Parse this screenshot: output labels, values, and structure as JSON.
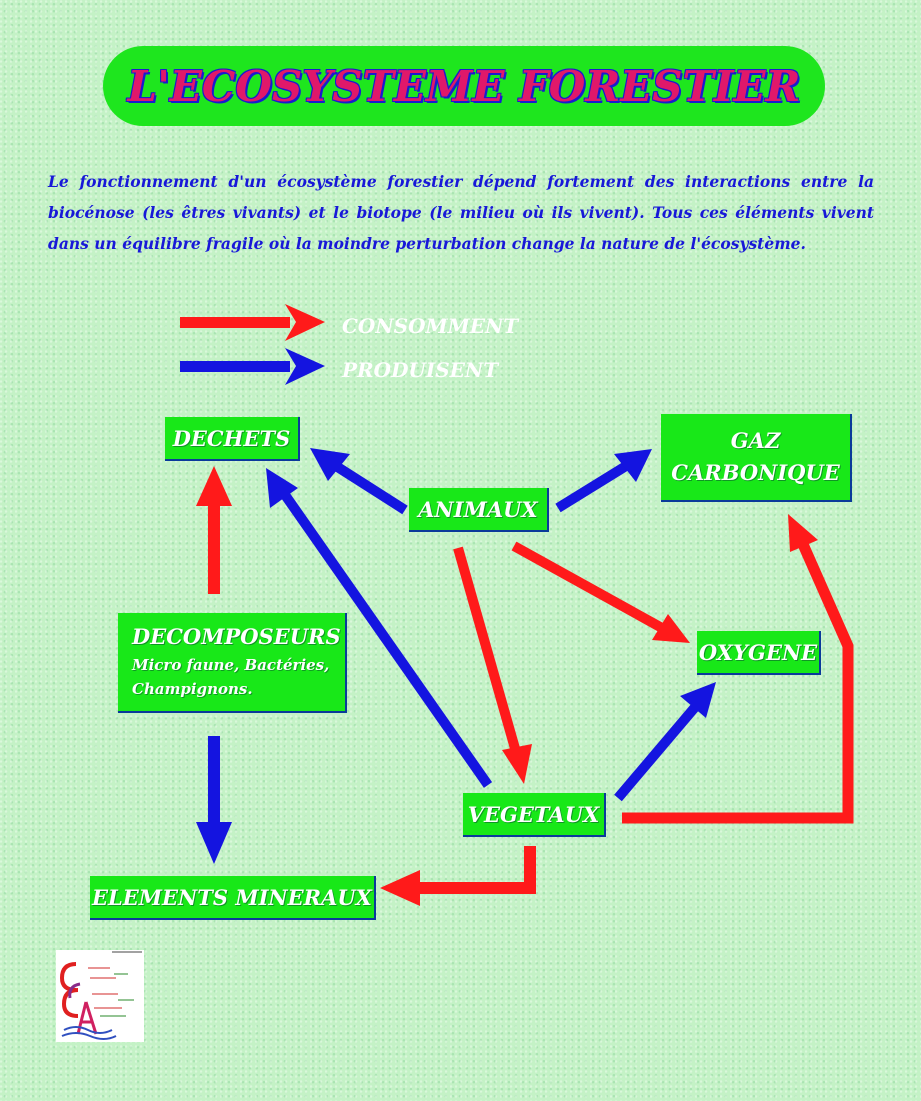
{
  "title": "L'ECOSYSTEME FORESTIER",
  "intro": "Le fonctionnement d'un écosystème forestier dépend fortement des interactions entre la biocénose (les êtres vivants) et le biotope (le milieu où ils vivent). Tous ces éléments vivent dans un équilibre fragile où la moindre perturbation change la nature de l'écosystème.",
  "legend": {
    "consomment": "CONSOMMENT",
    "produisent": "PRODUISENT",
    "consomment_color": "#ff1a1a",
    "produisent_color": "#1414e0"
  },
  "nodes": {
    "dechets": "DECHETS",
    "gaz_line1": "GAZ",
    "gaz_line2": "CARBONIQUE",
    "animaux": "ANIMAUX",
    "decomposeurs_title": "DECOMPOSEURS",
    "decomposeurs_line1": "Micro faune, Bactéries,",
    "decomposeurs_line2": "Champignons.",
    "oxygene": "OXYGENE",
    "vegetaux": "VEGETAUX",
    "elements_mineraux": "ELEMENTS MINERAUX"
  },
  "colors": {
    "background": "#c4f2c6",
    "box": "#18e818",
    "title_text": "#e0186a",
    "intro_text": "#1818d8"
  }
}
